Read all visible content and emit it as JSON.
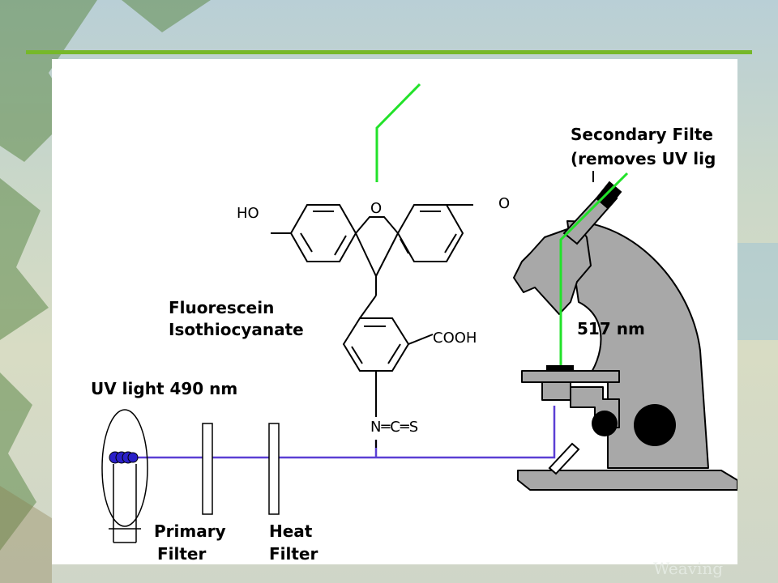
{
  "diagram": {
    "labels": {
      "secondary_filter_line1": "Secondary Filte",
      "secondary_filter_line2": "(removes UV lig",
      "compound_line1": "Fluorescein",
      "compound_line2": "Isothiocyanate",
      "emission": "517 nm",
      "uv_light": "UV light 490 nm",
      "primary_filter_line1": "Primary",
      "primary_filter_line2": "Filter",
      "heat_filter_line1": "Heat",
      "heat_filter_line2": "Filter"
    },
    "atoms": {
      "hydroxyl": "HO",
      "ring_oxygen": "O",
      "carbonyl_oxygen": "O",
      "carboxyl": "COOH",
      "isothiocyanate": "N═C═S"
    },
    "colors": {
      "uv_beam": "#5b3fd4",
      "emission_beam": "#22e22a",
      "microscope": "#a8a8a8",
      "accent_rule": "#76b82a"
    }
  },
  "watermark": "Weaving"
}
